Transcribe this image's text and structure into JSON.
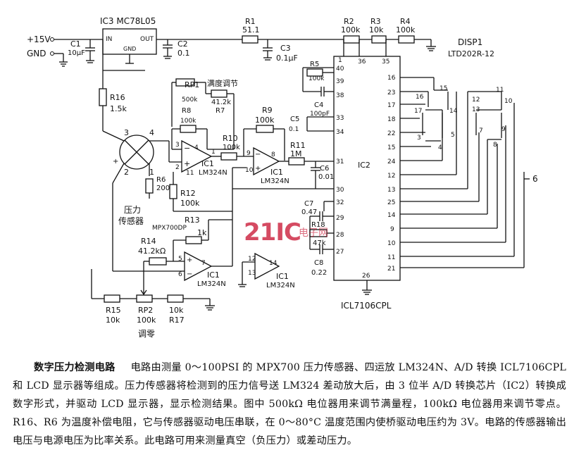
{
  "labels": {
    "ic3": "IC3 MC78L05",
    "ic3_in": "IN",
    "ic3_out": "OUT",
    "ic3_gnd": "GND",
    "plus15v": "+15V",
    "gnd": "GND",
    "c1": "C1",
    "c1_val": "10µF",
    "c2": "C2",
    "c2_val": "0.1",
    "r1": "R1",
    "r1_val": "51.1",
    "c3": "C3",
    "c3_val": "0.1µF",
    "r2": "R2",
    "r2_val": "100k",
    "r3": "R3",
    "r3_val": "10k",
    "r4": "R4",
    "r4_val": "100k",
    "disp1": "DISP1",
    "disp1_model": "LTD202R-12",
    "rp1": "RP1",
    "rp1_val": "500k",
    "full_scale": "满度调节",
    "r7": "R7",
    "r7_val": "41.2k",
    "r8": "R8",
    "r8_val": "100k",
    "r16": "R16",
    "r16_val": "1.5k",
    "r5": "R5",
    "r5_val": "100k",
    "c4": "C4",
    "c4_val": "100pF",
    "r9": "R9",
    "r9_val": "100k",
    "c5": "C5",
    "c5_val": "0.1",
    "r10": "R10",
    "r10_val": "100k",
    "ic1": "IC1",
    "lm324n": "LM324N",
    "r11": "R11",
    "r11_val": "1M",
    "c6": "C6",
    "c6_val": "0.01",
    "ic2": "IC2",
    "r6": "R6",
    "r6_val": "200",
    "r12": "R12",
    "r12_val": "100k",
    "sensor": "压力",
    "sensor2": "传感器",
    "mpx": "MPX700DP",
    "r13": "R13",
    "r13_val": "1k",
    "r14": "R14",
    "r14_val": "41.2kΩ",
    "c7": "C7",
    "c7_val": "0.47",
    "r18": "R18",
    "r18_val": "47k",
    "c8": "C8",
    "c8_val": "0.22",
    "r15": "R15",
    "r15_val": "10k",
    "rp2": "RP2",
    "rp2_val": "100k",
    "r17": "R17",
    "r17_val": "10k",
    "zero_adj": "调零",
    "icl": "ICL7106CPL",
    "six": "6"
  },
  "pins": {
    "ic2_left": [
      "1",
      "36",
      "35",
      "40",
      "39",
      "38",
      "33",
      "34",
      "31",
      "30",
      "32",
      "29",
      "28",
      "27",
      "26"
    ],
    "ic2_right": [
      "16",
      "23",
      "17",
      "18",
      "22",
      "15",
      "24",
      "12",
      "13",
      "25",
      "14",
      "9",
      "10",
      "11",
      "21"
    ],
    "amp1": [
      "3",
      "2",
      "1",
      "4",
      "11"
    ],
    "amp2": [
      "9",
      "10",
      "8"
    ],
    "amp3": [
      "5",
      "6",
      "7"
    ],
    "amp4": [
      "12",
      "13",
      "14"
    ],
    "bridge": [
      "3",
      "4",
      "2",
      "1"
    ],
    "disp_a": [
      "16",
      "15",
      "17",
      "14",
      "3",
      "5",
      "4"
    ],
    "disp_b": [
      "12",
      "11",
      "13",
      "10",
      "7",
      "9",
      "8"
    ]
  },
  "watermark": {
    "main": "21IC",
    "sub": "电子网"
  },
  "caption": {
    "title": "数字压力检测电路",
    "body": "电路由测量 0～100PSI 的 MPX700 压力传感器、四运放 LM324N、A/D 转换 ICL7106CPL 和 LCD 显示器等组成。压力传感器将检测到的压力信号送 LM324 差动放大后，由 3 位半 A/D 转换芯片（IC2）转换成数字形式，并驱动 LCD 显示器，显示检测结果。图中 500kΩ 电位器用来调节满量程，100kΩ 电位器用来调节零点。R16、R6 为温度补偿电阻，它与传感器驱动电压串联，在 0～80°C 温度范围内使桥驱动电压约为 3V。电路的传感器输出电压与电源电压为比率关系。此电路可用来测量真空（负压力）或差动压力。"
  }
}
